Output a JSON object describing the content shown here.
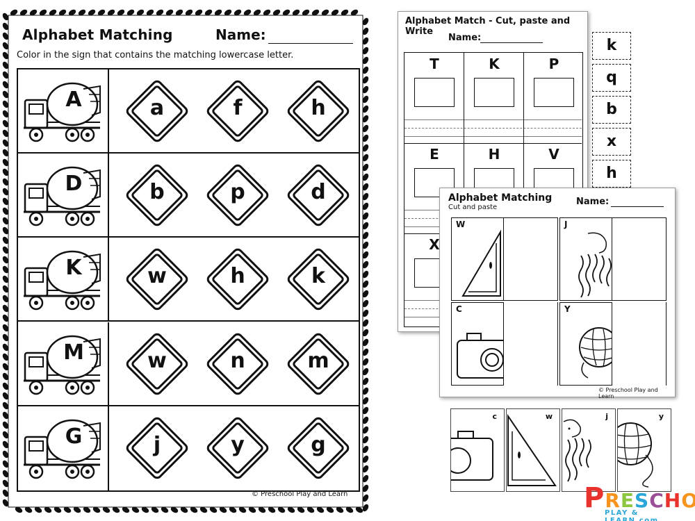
{
  "worksheet": {
    "title": "Alphabet Matching",
    "name_label": "Name:",
    "instruction": "Color in the sign that contains the matching lowercase letter.",
    "rows": [
      {
        "uppercase": "A",
        "choices": [
          "a",
          "f",
          "h"
        ]
      },
      {
        "uppercase": "D",
        "choices": [
          "b",
          "p",
          "d"
        ]
      },
      {
        "uppercase": "K",
        "choices": [
          "w",
          "h",
          "k"
        ]
      },
      {
        "uppercase": "M",
        "choices": [
          "w",
          "n",
          "m"
        ]
      },
      {
        "uppercase": "G",
        "choices": [
          "j",
          "y",
          "g"
        ]
      }
    ],
    "copyright": "© Preschool Play and Learn"
  },
  "cut_paste_write": {
    "title": "Alphabet Match - Cut, paste and Write",
    "name_label": "Name:",
    "letters_row1": [
      "T",
      "K",
      "P"
    ],
    "letters_row2": [
      "E",
      "H",
      "V"
    ],
    "letters_row3": [
      "X"
    ],
    "cut_out_letters": [
      "k",
      "q",
      "b",
      "x",
      "h"
    ]
  },
  "cut_paste": {
    "title": "Alphabet Matching",
    "subtitle": "Cut and paste",
    "name_label": "Name:",
    "cells": [
      {
        "label": "W",
        "picture": "watermelon-slice"
      },
      {
        "label": "J",
        "picture": "jellyfish"
      },
      {
        "label": "C",
        "picture": "camera"
      },
      {
        "label": "Y",
        "picture": "yarn-ball"
      }
    ],
    "copyright": "© Preschool Play and Learn",
    "pieces": [
      {
        "label": "c",
        "picture": "camera"
      },
      {
        "label": "w",
        "picture": "watermelon-slice"
      },
      {
        "label": "j",
        "picture": "jellyfish"
      },
      {
        "label": "y",
        "picture": "yarn-ball"
      }
    ]
  },
  "logo": {
    "brand_main": "PRESCHOOL",
    "brand_sub": "PLAY & LEARN.com",
    "colors": [
      "#e8322e",
      "#f7941d",
      "#8dc63f",
      "#2aa6d9",
      "#9b4f96"
    ]
  }
}
